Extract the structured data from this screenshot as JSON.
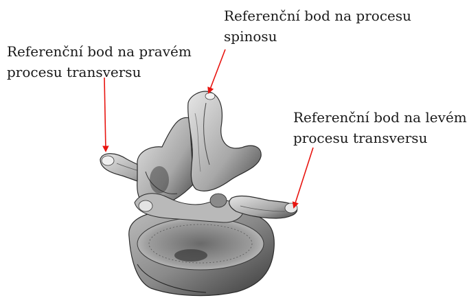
{
  "labels": {
    "right_transverse": {
      "line1": "Referenční bod na pravém",
      "line2": "procesu transversu"
    },
    "spinous": {
      "line1": "Referenční bod na procesu",
      "line2": "spinosu"
    },
    "left_transverse": {
      "line1": "Referenční bod na levém",
      "line2": "procesu transversu"
    }
  },
  "colors": {
    "arrow": "#e8140f",
    "bone_light": "#dcdcdc",
    "bone_mid": "#9a9a9a",
    "bone_dark": "#2a2a2a",
    "text": "#1a1a1a"
  },
  "icons": {
    "vertebra": "lumbar-vertebra-illustration",
    "arrows": "red-pointer-arrow"
  }
}
